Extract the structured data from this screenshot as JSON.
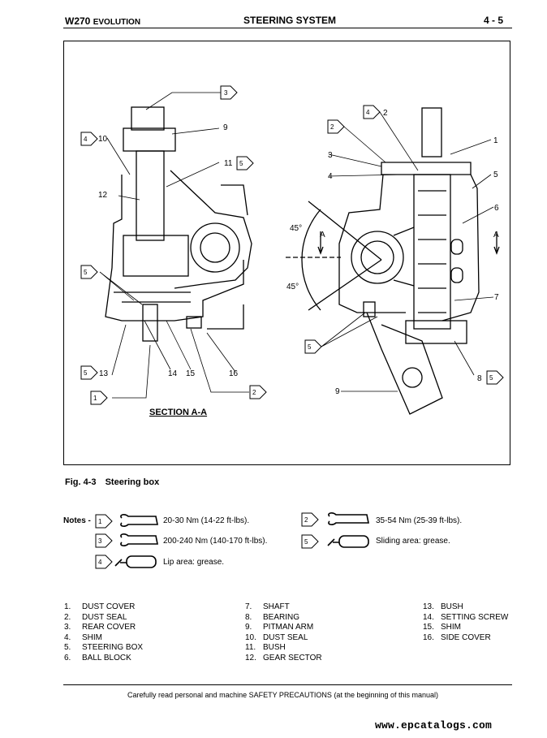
{
  "header": {
    "model": "W270",
    "model_suffix": "EVOLUTION",
    "section": "STEERING SYSTEM",
    "page": "4 - 5"
  },
  "figure": {
    "section_label": "SECTION A-A",
    "callouts": [
      "1",
      "2",
      "3",
      "4",
      "5",
      "6",
      "7",
      "8",
      "9",
      "10",
      "11",
      "12",
      "13",
      "14",
      "15",
      "16"
    ],
    "symbol_numbers": [
      "1",
      "2",
      "3",
      "4",
      "5"
    ],
    "section_arrow": "A",
    "angle": "45°"
  },
  "caption": {
    "number": "Fig. 4-3",
    "title": "Steering box"
  },
  "notes": {
    "label": "Notes -",
    "items": [
      {
        "symbol": "1",
        "icon": "wrench-icon",
        "text": "20-30 Nm (14-22 ft-lbs)."
      },
      {
        "symbol": "2",
        "icon": "wrench-icon",
        "text": "35-54 Nm (25-39 ft-lbs)."
      },
      {
        "symbol": "3",
        "icon": "wrench-icon",
        "text": "200-240 Nm (140-170 ft-lbs)."
      },
      {
        "symbol": "5",
        "icon": "grease-gun-icon",
        "text": "Sliding area: grease."
      },
      {
        "symbol": "4",
        "icon": "grease-gun-icon",
        "text": "Lip area: grease."
      }
    ]
  },
  "legend": {
    "col1": [
      {
        "num": "1.",
        "name": "DUST COVER"
      },
      {
        "num": "2.",
        "name": "DUST SEAL"
      },
      {
        "num": "3.",
        "name": "REAR COVER"
      },
      {
        "num": "4.",
        "name": "SHIM"
      },
      {
        "num": "5.",
        "name": "STEERING BOX"
      },
      {
        "num": "6.",
        "name": "BALL BLOCK"
      }
    ],
    "col2": [
      {
        "num": "7.",
        "name": "SHAFT"
      },
      {
        "num": "8.",
        "name": "BEARING"
      },
      {
        "num": "9.",
        "name": "PITMAN ARM"
      },
      {
        "num": "10.",
        "name": "DUST SEAL"
      },
      {
        "num": "11.",
        "name": "BUSH"
      },
      {
        "num": "12.",
        "name": "GEAR SECTOR"
      }
    ],
    "col3": [
      {
        "num": "13.",
        "name": "BUSH"
      },
      {
        "num": "14.",
        "name": "SETTING SCREW"
      },
      {
        "num": "15.",
        "name": "SHIM"
      },
      {
        "num": "16.",
        "name": "SIDE COVER"
      }
    ]
  },
  "footer": "Carefully read personal and machine SAFETY PRECAUTIONS (at the beginning of this manual)",
  "watermark": "www.epcatalogs.com"
}
